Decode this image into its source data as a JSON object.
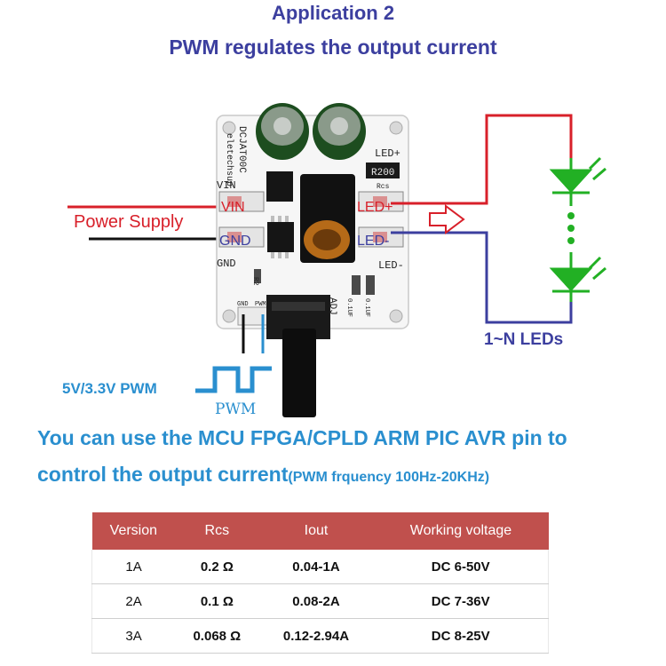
{
  "header": {
    "title": "Application 2",
    "subtitle": "PWM regulates the output current"
  },
  "board": {
    "brand_line1": "DCJAT00C",
    "brand_line2": "eletechsup",
    "resistor_value": "R200",
    "rcs_label": "Rcs",
    "label_led_plus_top": "LED+",
    "label_vin_left": "VIN",
    "label_vin_pad": "VIN",
    "label_gnd_pad": "GND",
    "label_gnd_bottom": "GND",
    "label_led_plus_pad": "LED+",
    "label_led_minus_pad": "LED-",
    "label_led_minus_bottom": "LED-",
    "label_r2": "R2",
    "label_adj": "ADJ",
    "label_cap1": "0.1UF",
    "label_cap2": "0.1UF",
    "pin_gnd": "GND",
    "pin_pwm": "PWM"
  },
  "diagram": {
    "power_supply_label": "Power Supply",
    "leds_label": "1~N LEDs",
    "pwm_input_label": "5V/3.3V PWM",
    "pwm_wave_label": "PWM",
    "colors": {
      "positive_wire": "#d8202a",
      "negative_wire": "#3c3f9f",
      "led": "#22b024",
      "arrow": "#d8202a"
    }
  },
  "description": {
    "line1": "You can use the MCU FPGA/CPLD ARM PIC AVR  pin to",
    "line2": "control the output current",
    "line2_small": "(PWM frquency 100Hz-20KHz)"
  },
  "table": {
    "headers": [
      "Version",
      "Rcs",
      "Iout",
      "Working voltage"
    ],
    "rows": [
      [
        "1A",
        "0.2 Ω",
        "0.04-1A",
        "DC 6-50V"
      ],
      [
        "2A",
        "0.1 Ω",
        "0.08-2A",
        "DC 7-36V"
      ],
      [
        "3A",
        "0.068 Ω",
        "0.12-2.94A",
        "DC 8-25V"
      ]
    ]
  }
}
